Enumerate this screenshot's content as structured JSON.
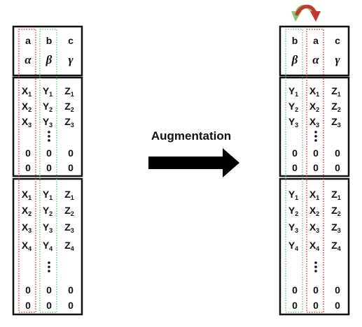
{
  "title": "Augmentation",
  "colors": {
    "border": "#111111",
    "highlight_a": "#c0392b",
    "highlight_b": "#66bb6a",
    "arrow_green": "#8fbf6a",
    "arrow_red": "#c0392b",
    "main_arrow": "#000000"
  },
  "left": {
    "header": {
      "names": [
        "a",
        "b",
        "c"
      ],
      "greek": [
        "α",
        "β",
        "γ"
      ]
    },
    "batch1": {
      "rows": [
        [
          [
            "X",
            "1"
          ],
          [
            "Y",
            "1"
          ],
          [
            "Z",
            "1"
          ]
        ],
        [
          [
            "X",
            "2"
          ],
          [
            "Y",
            "2"
          ],
          [
            "Z",
            "2"
          ]
        ],
        [
          [
            "X",
            "3"
          ],
          [
            "Y",
            "3"
          ],
          [
            "Z",
            "3"
          ]
        ]
      ],
      "zeros": [
        [
          "0",
          "0",
          "0"
        ],
        [
          "0",
          "0",
          "0"
        ]
      ]
    },
    "batch2": {
      "rows": [
        [
          [
            "X",
            "1"
          ],
          [
            "Y",
            "1"
          ],
          [
            "Z",
            "1"
          ]
        ],
        [
          [
            "X",
            "2"
          ],
          [
            "Y",
            "2"
          ],
          [
            "Z",
            "2"
          ]
        ],
        [
          [
            "X",
            "3"
          ],
          [
            "Y",
            "3"
          ],
          [
            "Z",
            "3"
          ]
        ],
        [
          [
            "X",
            "4"
          ],
          [
            "Y",
            "4"
          ],
          [
            "Z",
            "4"
          ]
        ]
      ],
      "zeros": [
        [
          "0",
          "0",
          "0"
        ],
        [
          "0",
          "0",
          "0"
        ]
      ]
    }
  },
  "right": {
    "header": {
      "names": [
        "b",
        "a",
        "c"
      ],
      "greek": [
        "β",
        "α",
        "γ"
      ]
    },
    "batch1": {
      "rows": [
        [
          [
            "Y",
            "1"
          ],
          [
            "X",
            "1"
          ],
          [
            "Z",
            "1"
          ]
        ],
        [
          [
            "Y",
            "2"
          ],
          [
            "X",
            "2"
          ],
          [
            "Z",
            "2"
          ]
        ],
        [
          [
            "Y",
            "3"
          ],
          [
            "X",
            "3"
          ],
          [
            "Z",
            "3"
          ]
        ]
      ],
      "zeros": [
        [
          "0",
          "0",
          "0"
        ],
        [
          "0",
          "0",
          "0"
        ]
      ]
    },
    "batch2": {
      "rows": [
        [
          [
            "Y",
            "1"
          ],
          [
            "X",
            "1"
          ],
          [
            "Z",
            "1"
          ]
        ],
        [
          [
            "Y",
            "2"
          ],
          [
            "X",
            "2"
          ],
          [
            "Z",
            "2"
          ]
        ],
        [
          [
            "Y",
            "3"
          ],
          [
            "X",
            "3"
          ],
          [
            "Z",
            "3"
          ]
        ],
        [
          [
            "Y",
            "4"
          ],
          [
            "X",
            "4"
          ],
          [
            "Z",
            "4"
          ]
        ]
      ],
      "zeros": [
        [
          "0",
          "0",
          "0"
        ],
        [
          "0",
          "0",
          "0"
        ]
      ]
    }
  }
}
